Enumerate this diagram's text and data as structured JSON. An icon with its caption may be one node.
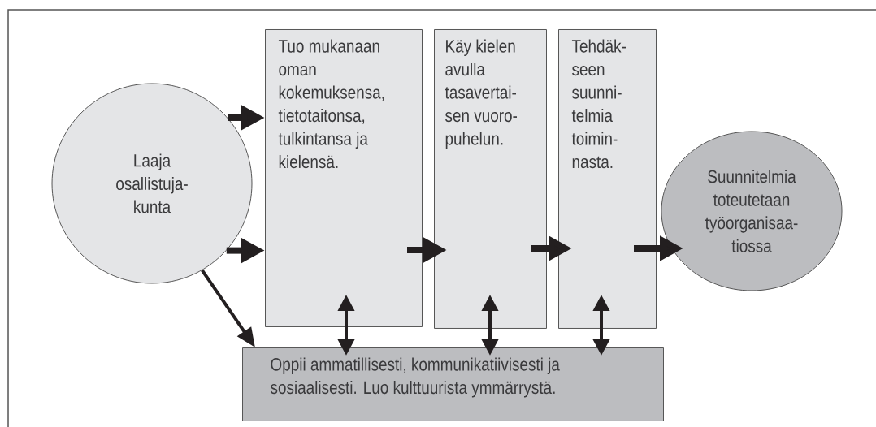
{
  "diagram": {
    "nodes": [
      {
        "text": [
          "Laaja osallistuja- kunta"
        ]
      },
      {
        "text": [
          "Tuo mukanaan oman kokemuksensa, tietotaitonsa, tulkintansa ja kielensä."
        ]
      },
      {
        "text": [
          "Käy kielen avulla tasavertai- sen vuoro- puhelun."
        ]
      },
      {
        "text": [
          "Tehdäk- seen suunni- telmia toimin- nasta."
        ]
      },
      {
        "text": [
          "Suunnitelmia toteutetaan työorganisaa- tiossa"
        ]
      },
      {
        "text": [
          "Oppii ammatillisesti, kommunikatiivisesti ja sosiaalisesti. Luo kulttuurista ymmärrystä."
        ]
      }
    ],
    "edges": [
      {
        "from": 0,
        "to": 1,
        "arrow": "to"
      },
      {
        "from": 0,
        "to": 1,
        "arrow": "to"
      },
      {
        "from": 0,
        "to": 5,
        "arrow": "to"
      },
      {
        "from": 1,
        "to": 2,
        "arrow": "to"
      },
      {
        "from": 2,
        "to": 3,
        "arrow": "to"
      },
      {
        "from": 3,
        "to": 4,
        "arrow": "to"
      },
      {
        "from": 1,
        "to": 5,
        "arrow": "both"
      },
      {
        "from": 2,
        "to": 5,
        "arrow": "both"
      },
      {
        "from": 3,
        "to": 5,
        "arrow": "both"
      }
    ]
  }
}
